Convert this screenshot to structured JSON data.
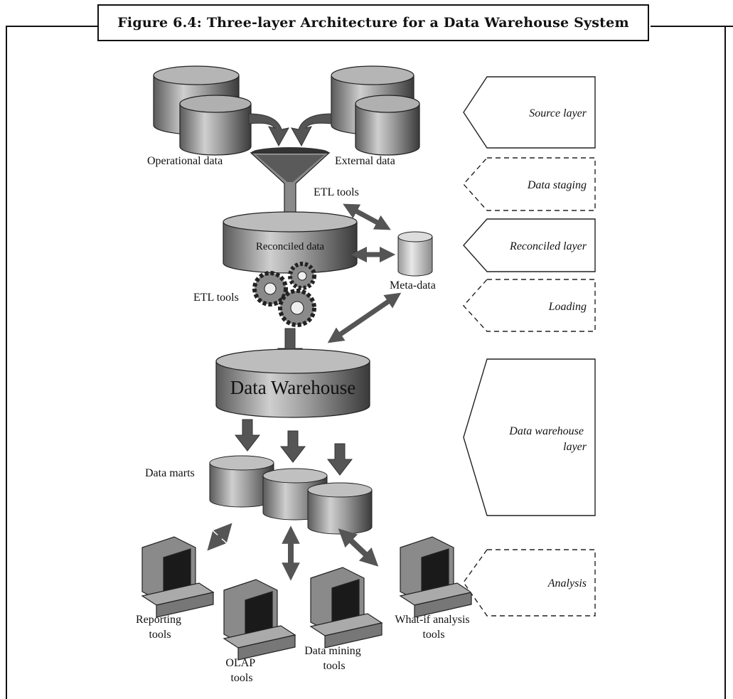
{
  "figure": {
    "caption": "Figure 6.4: Three-layer Architecture for a Data Warehouse System"
  },
  "diagram": {
    "sources": {
      "operational": "Operational data",
      "external": "External data"
    },
    "etl_top": "ETL tools",
    "reconciled": "Reconciled data",
    "metadata": "Meta-data",
    "etl_mid": "ETL tools",
    "warehouse": "Data Warehouse",
    "data_marts": "Data marts",
    "tools": {
      "reporting": [
        "Reporting",
        "tools"
      ],
      "olap": [
        "OLAP",
        "tools"
      ],
      "mining": [
        "Data mining",
        "tools"
      ],
      "whatif": [
        "What-if analysis",
        "tools"
      ]
    },
    "layers": {
      "source": "Source layer",
      "staging": "Data staging",
      "reconciled": "Reconciled layer",
      "loading": "Loading",
      "warehouse": [
        "Data warehouse",
        "layer"
      ],
      "analysis": "Analysis"
    }
  }
}
